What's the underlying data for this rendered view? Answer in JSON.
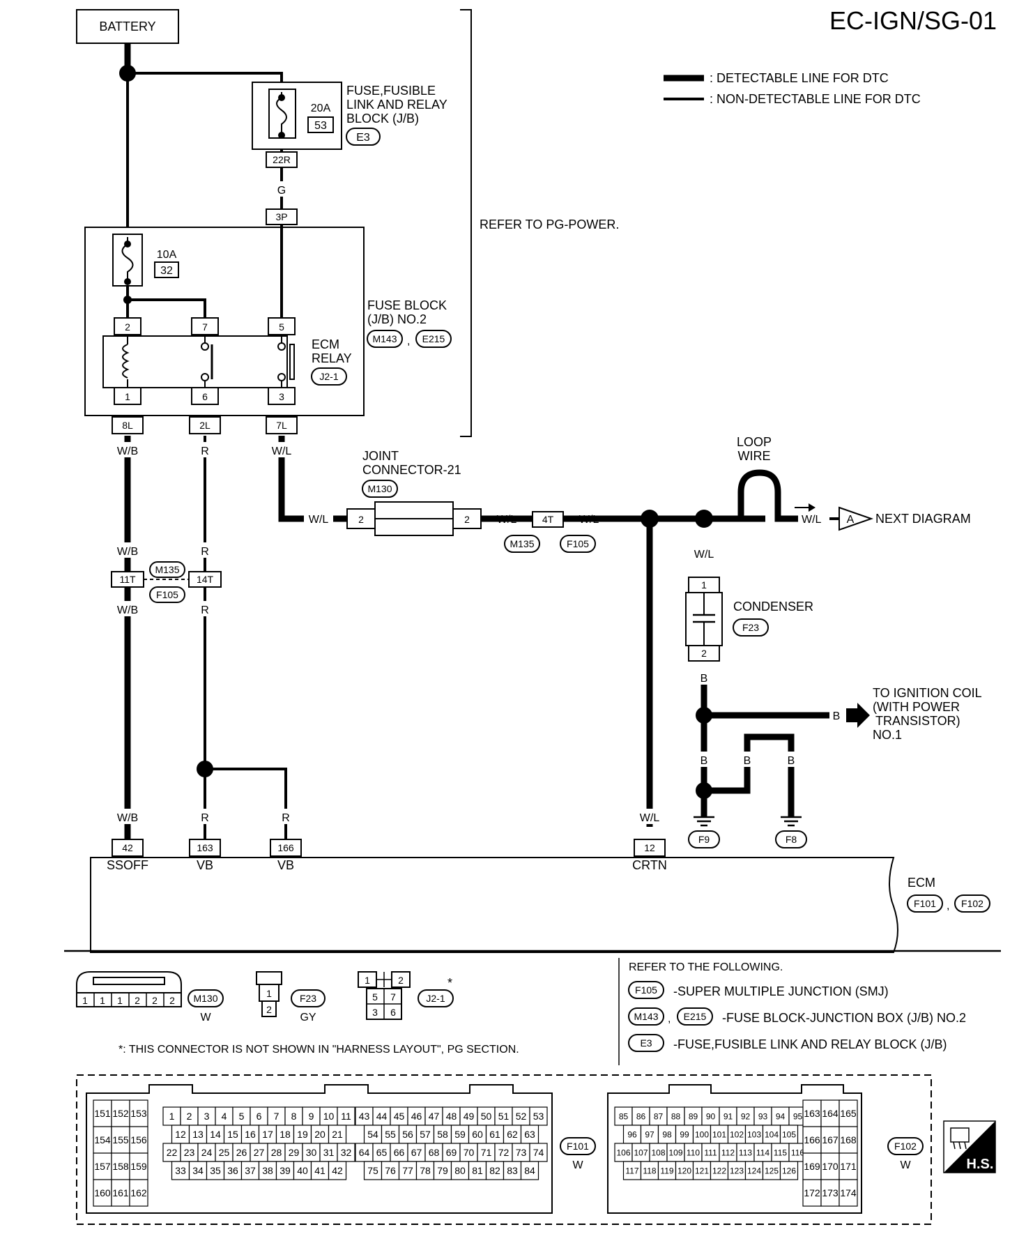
{
  "diagram_id": "EC-IGN/SG-01",
  "legend": {
    "detectable": ": DETECTABLE LINE FOR DTC",
    "non_detectable": ": NON-DETECTABLE LINE FOR DTC"
  },
  "battery": "BATTERY",
  "refer_pg": "REFER TO PG-POWER.",
  "fuse_link_block": {
    "line1": "FUSE,FUSIBLE",
    "line2": "LINK AND RELAY",
    "line3": "BLOCK (J/B)",
    "conn": "E3",
    "amp": "20A",
    "num": "53",
    "pin": "22R"
  },
  "wire_g": "G",
  "fuse_block2": {
    "line1": "FUSE BLOCK",
    "line2": "(J/B) NO.2",
    "conn1": "M143",
    "conn2": "E215",
    "sep": ",",
    "amp": "10A",
    "num": "32",
    "pin_in": "3P"
  },
  "ecm_relay": {
    "line1": "ECM",
    "line2": "RELAY",
    "conn": "J2-1",
    "pins": [
      "2",
      "7",
      "5",
      "1",
      "6",
      "3"
    ]
  },
  "fb_out": [
    "8L",
    "2L",
    "7L"
  ],
  "wires": {
    "wb": "W/B",
    "r": "R",
    "wl": "W/L",
    "b": "B"
  },
  "joint": {
    "line1": "JOINT",
    "line2": "CONNECTOR-21",
    "conn": "M130",
    "pin_l": "2",
    "pin_r": "2"
  },
  "smj": {
    "pin_4t": "4T",
    "pin_11t": "11T",
    "pin_14t": "14T",
    "conn_a": "M135",
    "conn_b": "F105"
  },
  "loop": {
    "line1": "LOOP",
    "line2": "WIRE"
  },
  "next_diagram": {
    "letter": "A",
    "text": "NEXT DIAGRAM"
  },
  "condenser": {
    "label": "CONDENSER",
    "conn": "F23",
    "pin1": "1",
    "pin2": "2"
  },
  "ign_coil": {
    "line1": "TO IGNITION COIL",
    "line2": "(WITH POWER",
    "line3": "TRANSISTOR)",
    "line4": "NO.1"
  },
  "grounds": [
    "F9",
    "F8"
  ],
  "ecm": {
    "label": "ECM",
    "conn1": "F101",
    "conn2": "F102",
    "sep": ",",
    "pins": [
      {
        "num": "42",
        "sig": "SSOFF"
      },
      {
        "num": "163",
        "sig": "VB"
      },
      {
        "num": "166",
        "sig": "VB"
      },
      {
        "num": "12",
        "sig": "CRTN"
      }
    ]
  },
  "bottom": {
    "m130": {
      "conn": "M130",
      "color": "W",
      "pins": [
        "1",
        "1",
        "1",
        "2",
        "2",
        "2"
      ]
    },
    "f23": {
      "conn": "F23",
      "color": "GY",
      "pins": [
        "1",
        "2"
      ]
    },
    "j21": {
      "conn": "J2-1",
      "star": "*",
      "pins": [
        "1",
        "2",
        "5",
        "7",
        "3",
        "6"
      ]
    },
    "note": "*: THIS CONNECTOR IS NOT SHOWN IN \"HARNESS LAYOUT\", PG SECTION.",
    "refer_title": "REFER TO THE FOLLOWING.",
    "refs": [
      {
        "conns": [
          "F105"
        ],
        "sep": "",
        "text": "-SUPER MULTIPLE JUNCTION (SMJ)"
      },
      {
        "conns": [
          "M143",
          "E215"
        ],
        "sep": ",",
        "text": "-FUSE BLOCK-JUNCTION BOX (J/B) NO.2"
      },
      {
        "conns": [
          "E3"
        ],
        "sep": "",
        "text": "-FUSE,FUSIBLE LINK AND RELAY BLOCK (J/B)"
      }
    ],
    "f101": {
      "conn": "F101",
      "color": "W"
    },
    "f102": {
      "conn": "F102",
      "color": "W"
    },
    "hs": "H.S.",
    "f101_left": [
      [
        "151",
        "152",
        "153"
      ],
      [
        "154",
        "155",
        "156"
      ],
      [
        "157",
        "158",
        "159"
      ],
      [
        "160",
        "161",
        "162"
      ]
    ],
    "f101_a": [
      [
        "1",
        "2",
        "3",
        "4",
        "5",
        "6",
        "7",
        "8",
        "9",
        "10",
        "11"
      ],
      [
        "12",
        "13",
        "14",
        "15",
        "16",
        "17",
        "18",
        "19",
        "20",
        "21"
      ],
      [
        "22",
        "23",
        "24",
        "25",
        "26",
        "27",
        "28",
        "29",
        "30",
        "31",
        "32"
      ],
      [
        "33",
        "34",
        "35",
        "36",
        "37",
        "38",
        "39",
        "40",
        "41",
        "42"
      ]
    ],
    "f101_b": [
      [
        "43",
        "44",
        "45",
        "46",
        "47",
        "48",
        "49",
        "50",
        "51",
        "52",
        "53"
      ],
      [
        "54",
        "55",
        "56",
        "57",
        "58",
        "59",
        "60",
        "61",
        "62",
        "63"
      ],
      [
        "64",
        "65",
        "66",
        "67",
        "68",
        "69",
        "70",
        "71",
        "72",
        "73",
        "74"
      ],
      [
        "75",
        "76",
        "77",
        "78",
        "79",
        "80",
        "81",
        "82",
        "83",
        "84"
      ]
    ],
    "f102_a": [
      [
        "85",
        "86",
        "87",
        "88",
        "89",
        "90",
        "91",
        "92",
        "93",
        "94",
        "95"
      ],
      [
        "96",
        "97",
        "98",
        "99",
        "100",
        "101",
        "102",
        "103",
        "104",
        "105"
      ],
      [
        "106",
        "107",
        "108",
        "109",
        "110",
        "111",
        "112",
        "113",
        "114",
        "115",
        "116"
      ],
      [
        "117",
        "118",
        "119",
        "120",
        "121",
        "122",
        "123",
        "124",
        "125",
        "126"
      ]
    ],
    "f102_right": [
      [
        "163",
        "164",
        "165"
      ],
      [
        "166",
        "167",
        "168"
      ],
      [
        "169",
        "170",
        "171"
      ],
      [
        "172",
        "173",
        "174"
      ]
    ]
  }
}
